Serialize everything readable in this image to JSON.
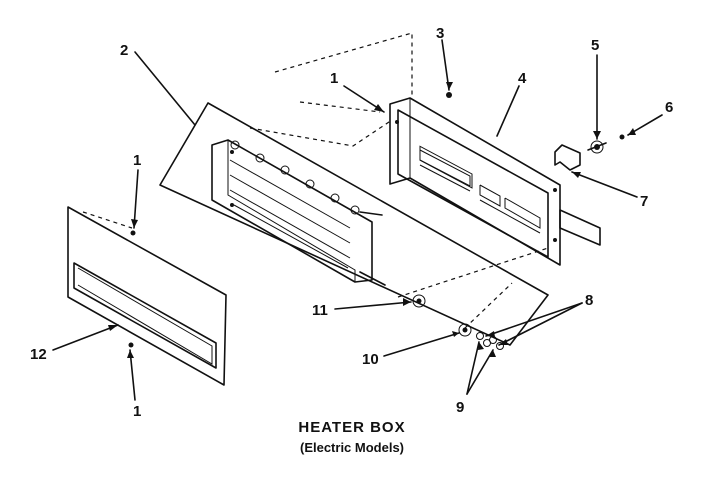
{
  "callouts": {
    "c1_top": "1",
    "c1_front": "1",
    "c1_bottom": "1",
    "c2": "2",
    "c3": "3",
    "c4": "4",
    "c5": "5",
    "c6": "6",
    "c7": "7",
    "c8": "8",
    "c9": "9",
    "c10": "10",
    "c11": "11",
    "c12": "12"
  },
  "caption": {
    "title": "HEATER BOX",
    "subtitle": "(Electric Models)"
  }
}
